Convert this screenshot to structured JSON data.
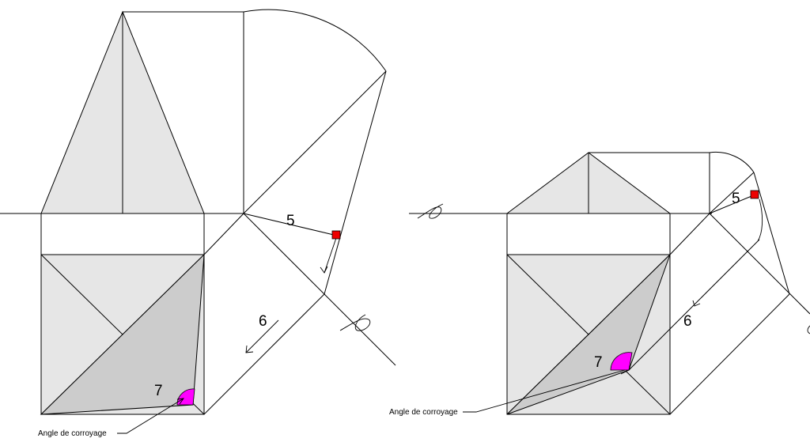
{
  "labels": {
    "left": {
      "five": "5",
      "six": "6",
      "seven": "7",
      "angle_caption": "Angle de corroyage"
    },
    "right": {
      "five": "5",
      "six": "6",
      "seven": "7",
      "angle_caption": "Angle de corroyage"
    }
  },
  "colors": {
    "right_angle_marker": "#ee0000",
    "angle_marker": "#ff00ff",
    "face_light": "#e6e6e6",
    "face_dark": "#cccccc",
    "line": "#000000"
  },
  "icons": {
    "ground_line_mark": "cursive-cut-mark-icon",
    "right_angle": "right-angle-square-icon",
    "angle": "angle-sector-icon",
    "arrow": "arrowhead-icon"
  }
}
